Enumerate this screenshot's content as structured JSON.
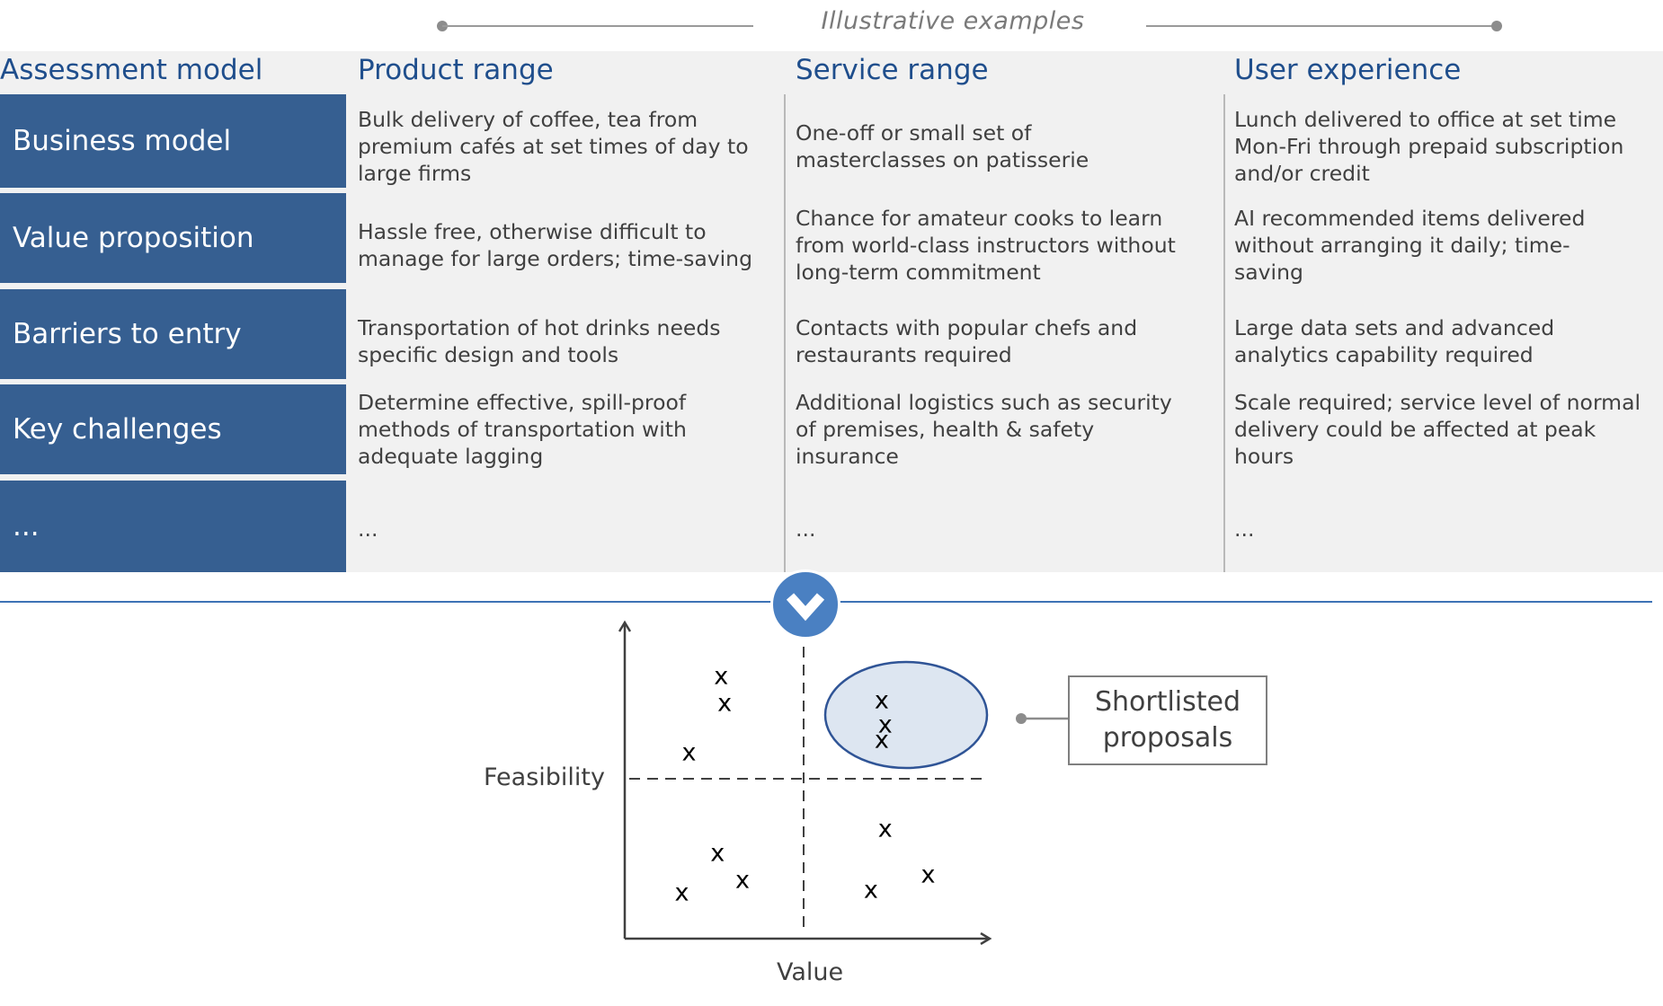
{
  "legend": {
    "label": "Illustrative examples"
  },
  "table": {
    "corner_header": "Assessment model",
    "columns": [
      "Product range",
      "Service range",
      "User experience"
    ],
    "rows": [
      {
        "label": "Business model",
        "cells": [
          "Bulk delivery of coffee, tea from premium cafés at set times of day to large firms",
          "One-off or small set of masterclasses on patisserie",
          "Lunch delivered to office at set time Mon-Fri through prepaid subscription and/or credit"
        ]
      },
      {
        "label": "Value proposition",
        "cells": [
          "Hassle free, otherwise difficult to manage for large orders; time-saving",
          "Chance for amateur cooks to learn from world-class instructors without long-term commitment",
          "AI recommended items delivered without arranging it daily; time-saving"
        ]
      },
      {
        "label": "Barriers to entry",
        "cells": [
          "Transportation of hot drinks needs specific design and tools",
          "Contacts with popular chefs and restaurants required",
          "Large data sets and advanced analytics capability required"
        ]
      },
      {
        "label": "Key challenges",
        "cells": [
          "Determine effective, spill-proof methods of transportation with adequate lagging",
          "Additional logistics such as security of premises, health & safety insurance",
          "Scale required; service level of normal delivery could be affected at peak hours"
        ]
      },
      {
        "label": "...",
        "cells": [
          "...",
          "...",
          "..."
        ]
      }
    ]
  },
  "matrix": {
    "x_axis_label": "Value",
    "y_axis_label": "Feasibility",
    "point_marker": "x",
    "points": [
      {
        "value": 0.27,
        "feasibility": 0.86,
        "quadrant": "top-left"
      },
      {
        "value": 0.28,
        "feasibility": 0.77,
        "quadrant": "top-left"
      },
      {
        "value": 0.18,
        "feasibility": 0.61,
        "quadrant": "top-left"
      },
      {
        "value": 0.72,
        "feasibility": 0.78,
        "quadrant": "top-right",
        "shortlisted": true
      },
      {
        "value": 0.72,
        "feasibility": 0.65,
        "quadrant": "top-right",
        "shortlisted": true
      },
      {
        "value": 0.73,
        "feasibility": 0.7,
        "quadrant": "top-right",
        "shortlisted": true
      },
      {
        "value": 0.73,
        "feasibility": 0.36,
        "quadrant": "bottom-right"
      },
      {
        "value": 0.85,
        "feasibility": 0.21,
        "quadrant": "bottom-right"
      },
      {
        "value": 0.69,
        "feasibility": 0.16,
        "quadrant": "bottom-right"
      },
      {
        "value": 0.26,
        "feasibility": 0.28,
        "quadrant": "bottom-left"
      },
      {
        "value": 0.33,
        "feasibility": 0.19,
        "quadrant": "bottom-left"
      },
      {
        "value": 0.16,
        "feasibility": 0.15,
        "quadrant": "bottom-left"
      }
    ],
    "callout_label": "Shortlisted proposals",
    "colors": {
      "highlight_fill": "#dde6f1",
      "highlight_stroke": "#2f5496"
    }
  },
  "colors": {
    "row_label_bg": "#365f91",
    "header_text": "#1f4e8c",
    "panel_bg": "#f1f1f1",
    "divider_blue": "#3d72b5",
    "circle_button": "#4a80c2"
  },
  "icons": {
    "divider_button": "chevron-down-icon"
  }
}
